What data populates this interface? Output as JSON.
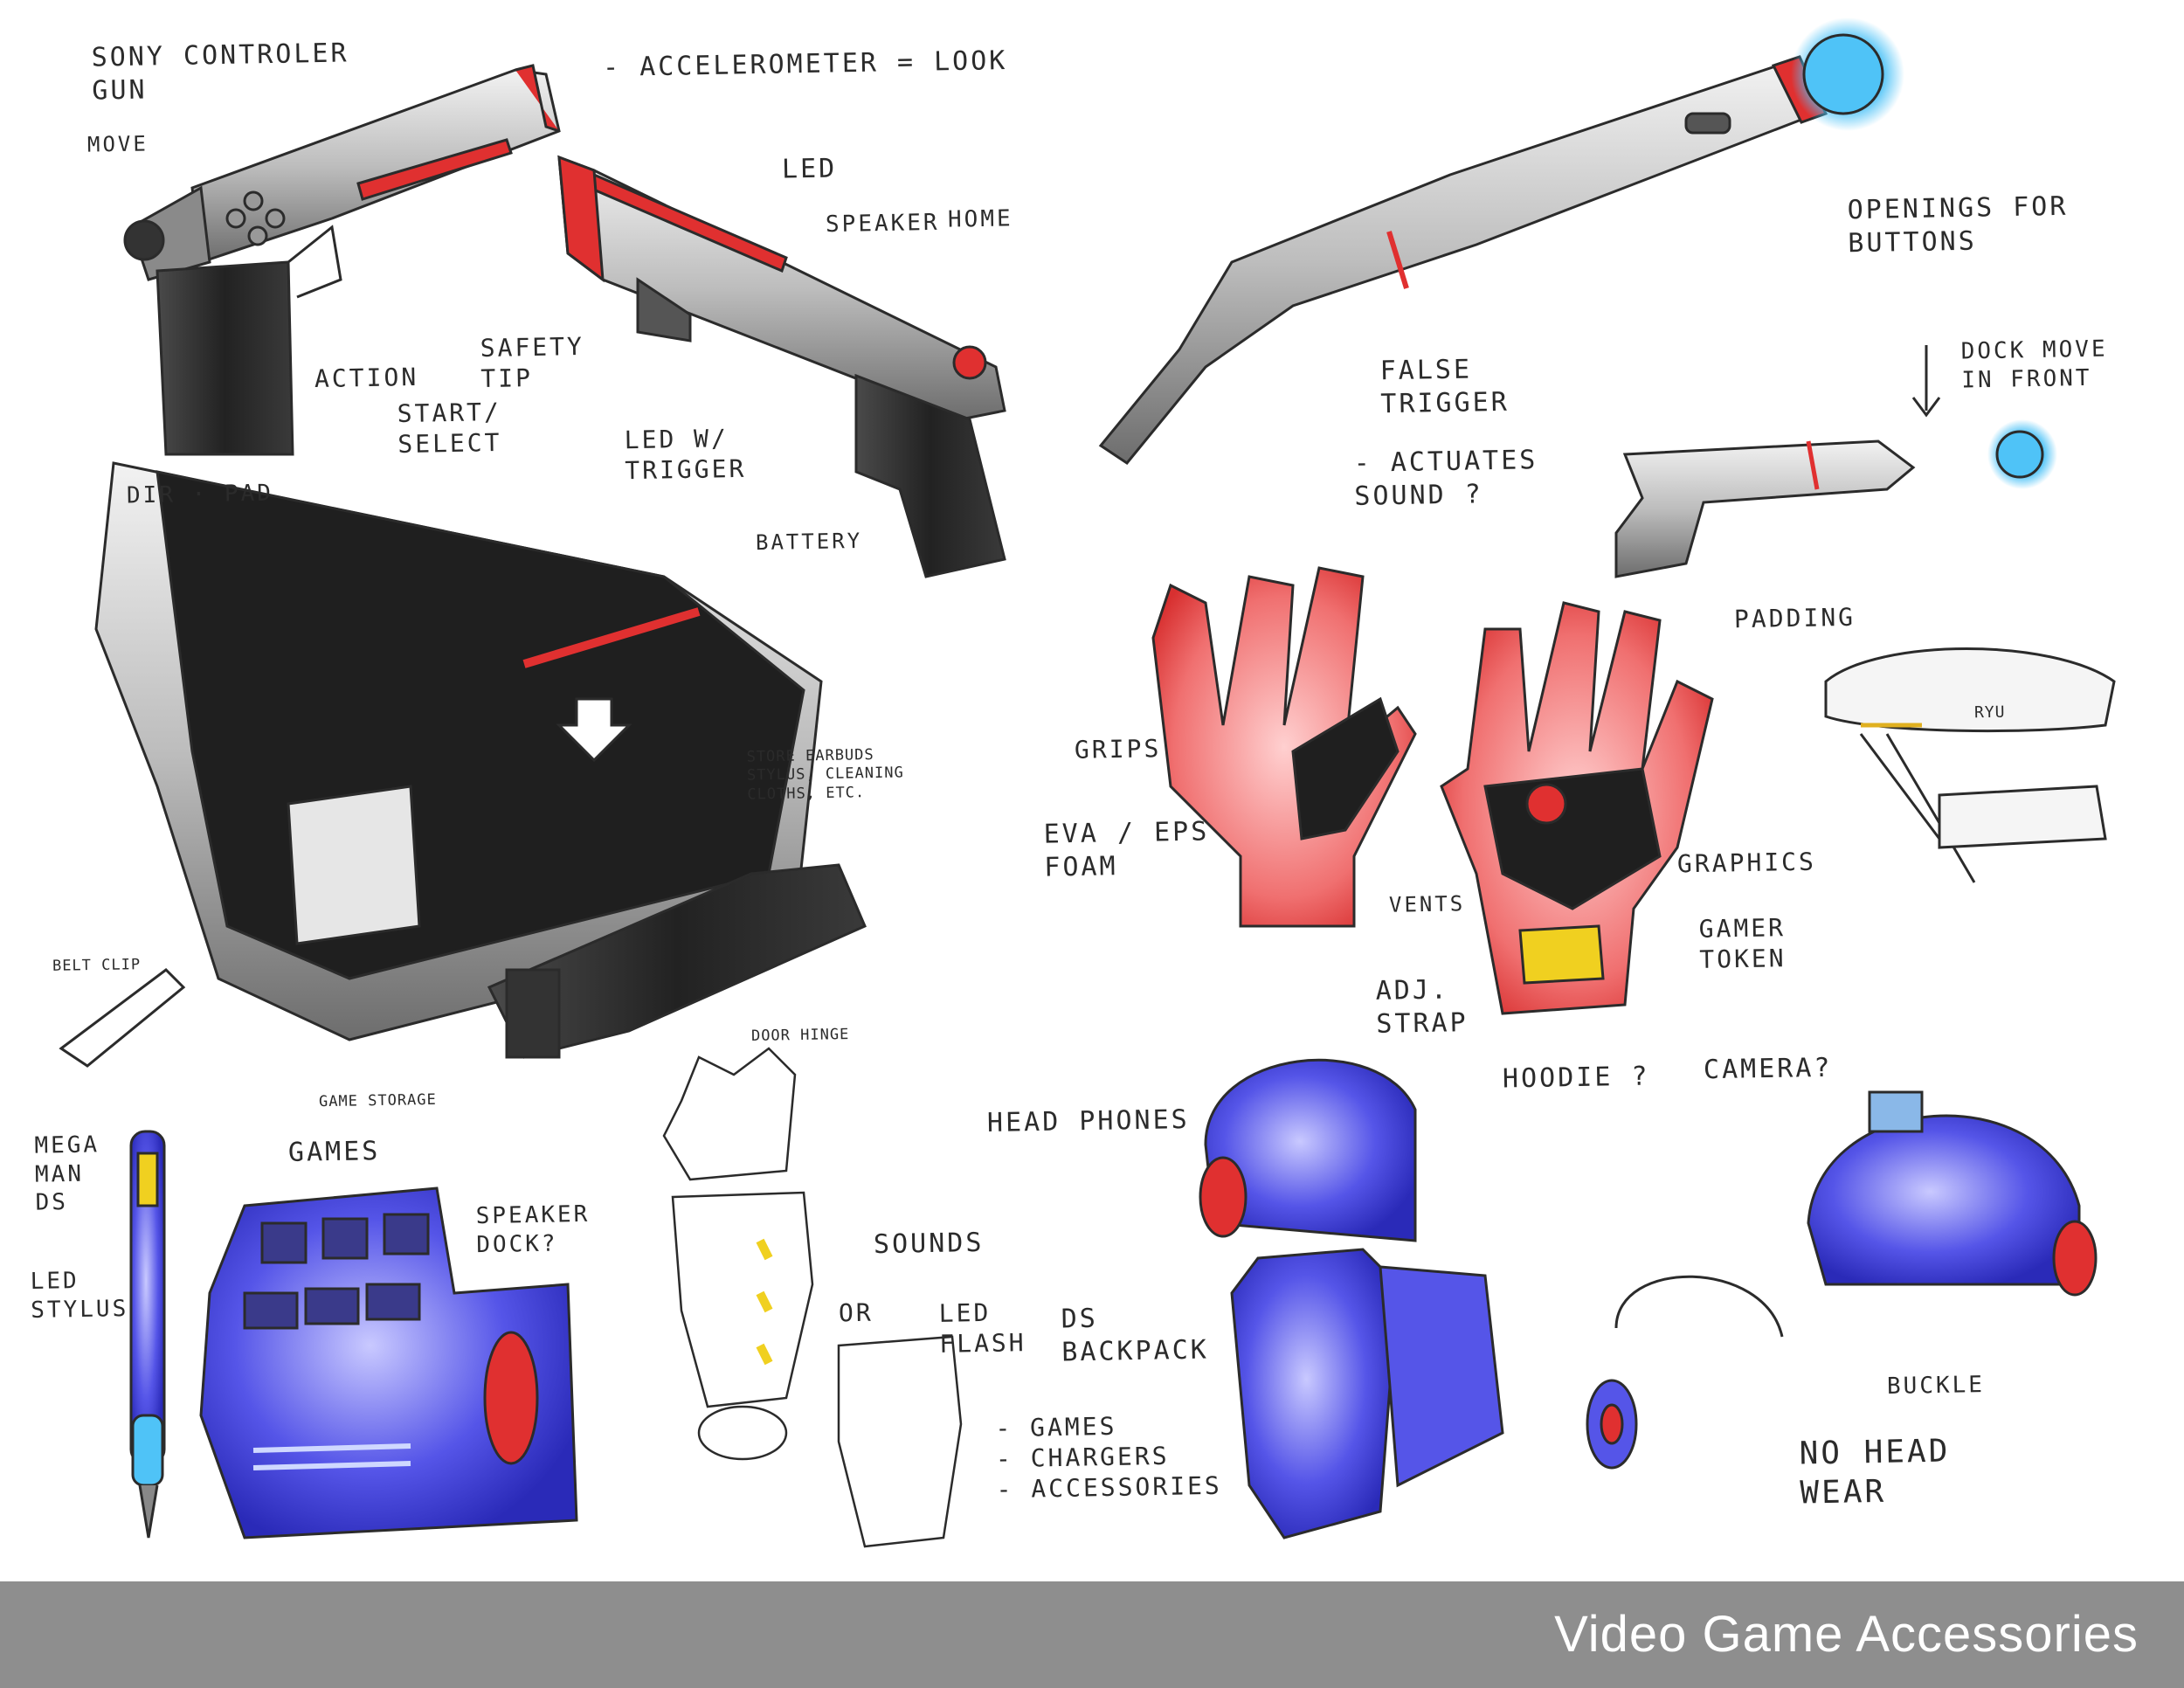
{
  "footer": {
    "title": "Video Game Accessories"
  },
  "colors": {
    "accent_red": "#e03030",
    "blue": "#3a3ad6",
    "led_blue": "#4fc3f7",
    "gray": "#8e8e8e",
    "ink": "#2b2b2b"
  },
  "notes": {
    "sony_controller_gun": "SONY CONTROLER\nGUN",
    "accelerometer": "- ACCELEROMETER = LOOK",
    "move": "MOVE",
    "led": "LED",
    "speaker": "SPEAKER",
    "home": "HOME",
    "safety_tip": "SAFETY\nTIP",
    "action": "ACTION",
    "start_select": "START/\nSELECT",
    "dir_pad": "DIR · PAD",
    "led_trigger": "LED W/\nTRIGGER",
    "battery": "BATTERY",
    "openings": "OPENINGS FOR\nBUTTONS",
    "dock_move": "DOCK MOVE\nIN FRONT",
    "false_trigger": "FALSE\nTRIGGER",
    "actuates_sound": "- ACTUATES\nSOUND ?",
    "store_earbuds": "STORE EARBUDS\nSTYLUS, CLEANING\nCLOTHS, ETC.",
    "belt_clip": "BELT CLIP",
    "game_storage": "GAME STORAGE",
    "padding": "PADDING",
    "grips": "GRIPS",
    "eva_foam": "EVA / EPS\nFOAM",
    "vents": "VENTS",
    "graphics": "GRAPHICS",
    "gamer_token": "GAMER\nTOKEN",
    "adj_strap": "ADJ.\nSTRAP",
    "ryu": "RYU",
    "mega_man_ds": "MEGA\nMAN\nDS",
    "led_stylus": "LED\nSTYLUS",
    "games": "GAMES",
    "speaker_dock": "SPEAKER\nDOCK?",
    "door_hinge": "DOOR HINGE",
    "sounds": "SOUNDS",
    "or_led_flash": "OR",
    "led_flash": "LED\nFLASH",
    "hoodie": "HOODIE ?",
    "camera": "CAMERA?",
    "headphones": "HEAD PHONES",
    "ds_backpack": "DS\nBACKPACK",
    "backpack_items": "- GAMES\n- CHARGERS\n- ACCESSORIES",
    "buckle": "BUCKLE",
    "no_head_wear": "NO HEAD\nWEAR"
  }
}
